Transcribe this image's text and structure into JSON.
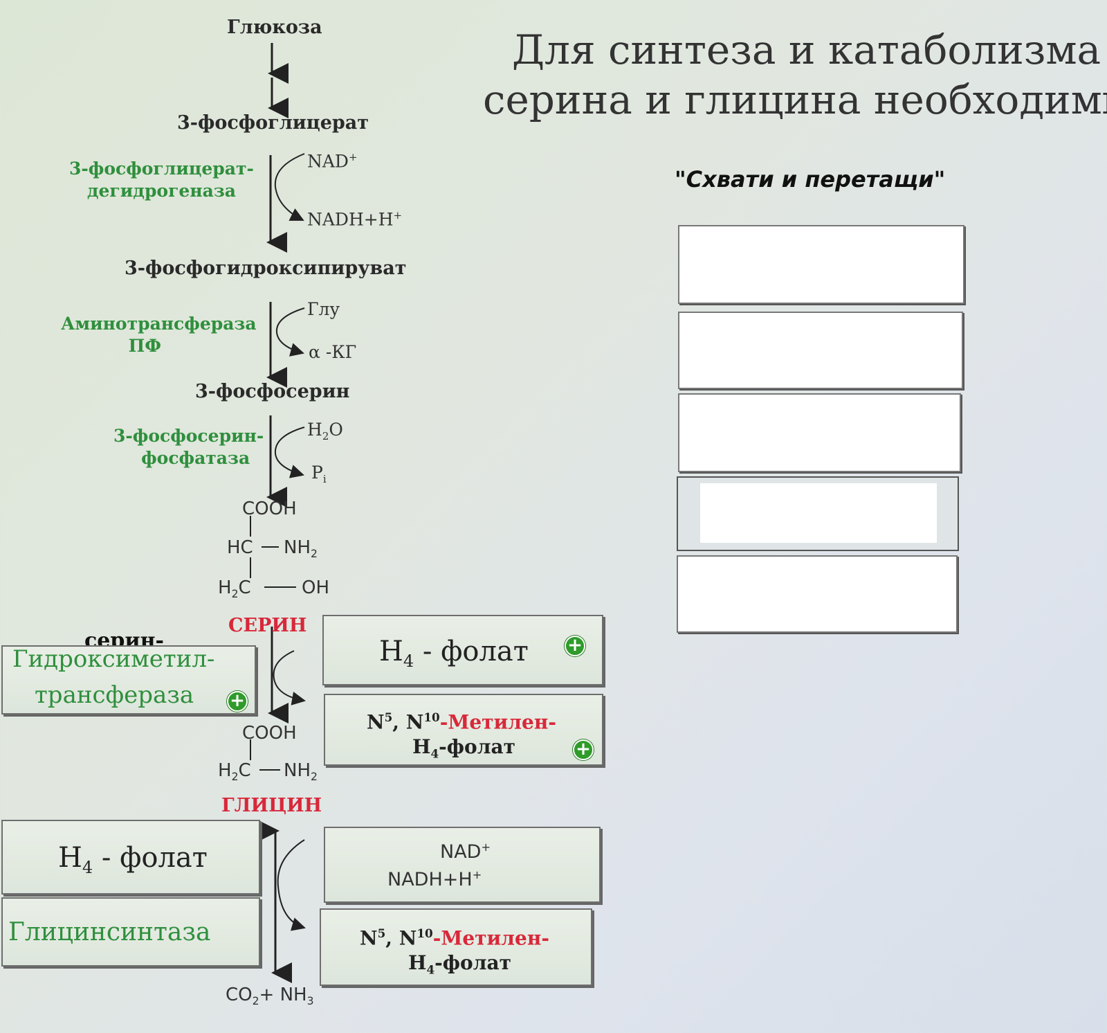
{
  "title": {
    "line1": "Для синтеза и катаболизма",
    "line2": "серина и глицина необходимы:"
  },
  "hint": "\"Схвати и перетащи\"",
  "pathway": {
    "glucose": "Глюкоза",
    "pg3": "3-фосфоглицерат",
    "enz1_line1": "3-фосфоглицерат-",
    "enz1_line2": "дегидрогеназа",
    "nad": "NAD",
    "nad_sup": "+",
    "nadh": "NADH+H",
    "nadh_sup": "+",
    "phpyr": "3-фосфогидроксипируват",
    "enz2_line1": "Аминотрансфераза",
    "enz2_line2": "ПФ",
    "glu": "Глу",
    "akg": "α -КГ",
    "phser": "3-фосфосерин",
    "enz3_line1": "3-фосфосерин-",
    "enz3_line2": "фосфатаза",
    "h2o_h": "H",
    "h2o_sub": "2",
    "h2o_o": "O",
    "pi_p": "P",
    "pi_sub": "i",
    "ser_cooh": "COOH",
    "ser_hc": "HC",
    "ser_nh2": "NH",
    "ser_nh2_sub": "2",
    "ser_h2c": "H",
    "ser_h2c_sub": "2",
    "ser_h2c_c": "C",
    "ser_oh": "OH",
    "serine": "СЕРИН",
    "gly_cooh": "COOH",
    "gly_h2c": "H",
    "gly_h2c_sub": "2",
    "gly_h2c_c": "C",
    "gly_nh2": "NH",
    "gly_nh2_sub": "2",
    "glycine": "ГЛИЦИН",
    "co2": "CO",
    "co2_sub": "2",
    "nh3": "+ NH",
    "nh3_sub": "3"
  },
  "cards": {
    "serin_label": "серин-",
    "shmt_line1": "Гидроксиметил-",
    "shmt_line2": "трансфераза",
    "h4folate_1_h": "H",
    "h4folate_1_sub": "4",
    "h4folate_1_rest": " - фолат",
    "methylene_1_n5": "N",
    "methylene_1_n5_sup": "5",
    "methylene_1_n10": ", N",
    "methylene_1_n10_sup": "10",
    "methylene_1_red": "-Метилен-",
    "methylene_1_h": "H",
    "methylene_1_h_sub": "4",
    "methylene_1_rest": "-фолат",
    "h4folate_2_h": "H",
    "h4folate_2_sub": "4",
    "h4folate_2_rest": " - фолат",
    "glycine_synthase": "Глицинсинтаза",
    "nad2": "NAD",
    "nad2_sup": "+",
    "nadh2": "NADH+H",
    "nadh2_sup": "+",
    "methylene_2_n5": "N",
    "methylene_2_n5_sup": "5",
    "methylene_2_n10": ", N",
    "methylene_2_n10_sup": "10",
    "methylene_2_red": "-Метилен-",
    "methylene_2_h": "H",
    "methylene_2_h_sub": "4",
    "methylene_2_rest": "-фолат",
    "plus": "+"
  },
  "colors": {
    "enzyme": "#2f8f3d",
    "highlight": "#d8283a",
    "add_button": "#2f9b2a"
  }
}
